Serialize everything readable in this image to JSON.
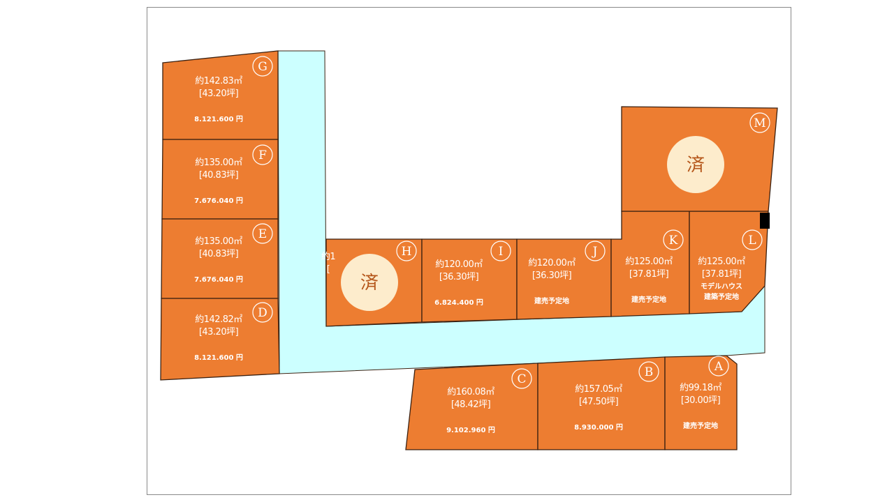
{
  "colors": {
    "lot": "#ed7d31",
    "road": "#ccffff",
    "sold": "#fdeccc"
  },
  "sold_mark": "済",
  "lots": [
    {
      "id": "G",
      "area": "約142.83㎡",
      "tsubo": "[43.20坪]",
      "price": "8.121.600 円"
    },
    {
      "id": "F",
      "area": "約135.00㎡",
      "tsubo": "[40.83坪]",
      "price": "7.676.040 円"
    },
    {
      "id": "E",
      "area": "約135.00㎡",
      "tsubo": "[40.83坪]",
      "price": "7.676.040 円"
    },
    {
      "id": "D",
      "area": "約142.82㎡",
      "tsubo": "[43.20坪]",
      "price": "8.121.600 円"
    },
    {
      "id": "H",
      "area": "約1",
      "tsubo": "[",
      "status": "済"
    },
    {
      "id": "I",
      "area": "約120.00㎡",
      "tsubo": "[36.30坪]",
      "price": "6.824.400 円"
    },
    {
      "id": "J",
      "area": "約120.00㎡",
      "tsubo": "[36.30坪]",
      "note": "建売予定地"
    },
    {
      "id": "K",
      "area": "約125.00㎡",
      "tsubo": "[37.81坪]",
      "note": "建売予定地"
    },
    {
      "id": "L",
      "area": "約125.00㎡",
      "tsubo": "[37.81坪]",
      "note": "モデルハウス",
      "note2": "建築予定地"
    },
    {
      "id": "M",
      "status": "済"
    },
    {
      "id": "C",
      "area": "約160.08㎡",
      "tsubo": "[48.42坪]",
      "price": "9.102.960 円"
    },
    {
      "id": "B",
      "area": "約157.05㎡",
      "tsubo": "[47.50坪]",
      "price": "8.930.000 円"
    },
    {
      "id": "A",
      "area": "約99.18㎡",
      "tsubo": "[30.00坪]",
      "note": "建売予定地"
    }
  ]
}
